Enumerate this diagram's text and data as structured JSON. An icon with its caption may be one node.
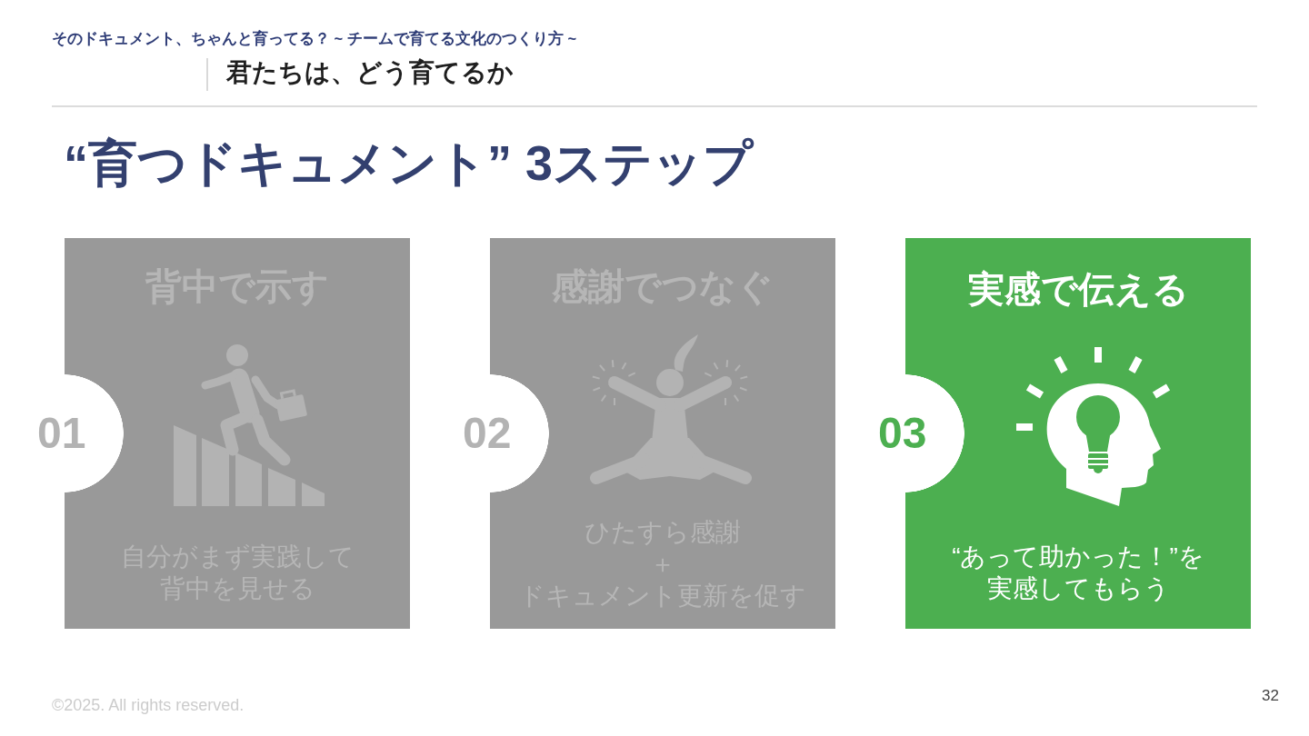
{
  "diagram": {
    "title": "“育つドキュメント” 3ステップ",
    "nodes": [
      {
        "text": [
          "背中で示す",
          "自分がまず実践して背中を見せる"
        ]
      },
      {
        "text": [
          "01"
        ]
      },
      {
        "text": [
          "感謝でつなぐ",
          "ひたすら感謝＋ドキュメント更新を促す"
        ]
      },
      {
        "text": [
          "02"
        ]
      },
      {
        "text": [
          "実感で伝える",
          "“あって助かった！”を実感してもらう"
        ]
      },
      {
        "text": [
          "03"
        ]
      }
    ],
    "labels": [
      "そのドキュメント、ちゃんと育ってる？ ~ チームで育てる文化のつくり方 ~",
      "君たちは、どう育てるか",
      "©2025. All rights reserved.",
      "32"
    ]
  }
}
